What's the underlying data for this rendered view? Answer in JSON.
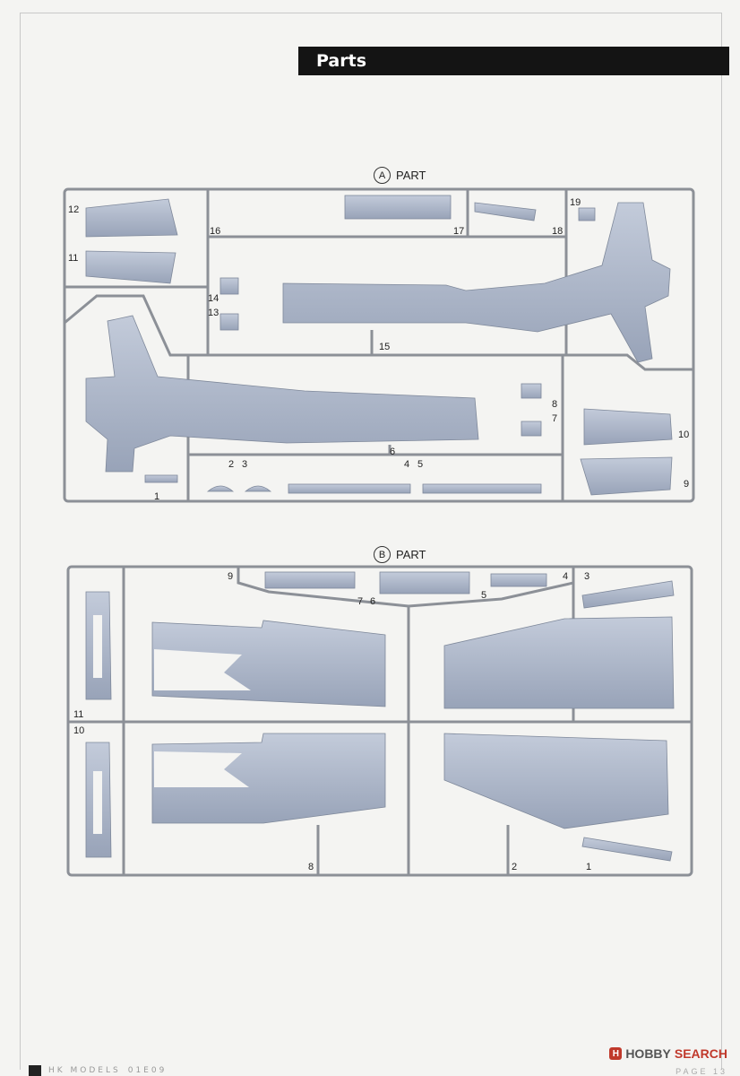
{
  "header": {
    "title": "Parts"
  },
  "sprue_a": {
    "letter": "A",
    "label": "PART",
    "numbers": [
      "1",
      "2",
      "3",
      "4",
      "5",
      "6",
      "7",
      "8",
      "9",
      "10",
      "11",
      "12",
      "13",
      "14",
      "15",
      "16",
      "17",
      "18",
      "19"
    ]
  },
  "sprue_b": {
    "letter": "B",
    "label": "PART",
    "numbers": [
      "1",
      "2",
      "3",
      "4",
      "5",
      "6",
      "7",
      "8",
      "9",
      "10",
      "11"
    ]
  },
  "footer": {
    "brand": "HK MODELS",
    "code": "01E09",
    "page": "PAGE 13"
  },
  "watermark": {
    "icon": "H",
    "brand": "HOBBY",
    "brand2": "SEARCH"
  },
  "colors": {
    "part_fill": "#a9b3c6",
    "sprue_line": "#8c9097",
    "header_bg": "#141414"
  }
}
